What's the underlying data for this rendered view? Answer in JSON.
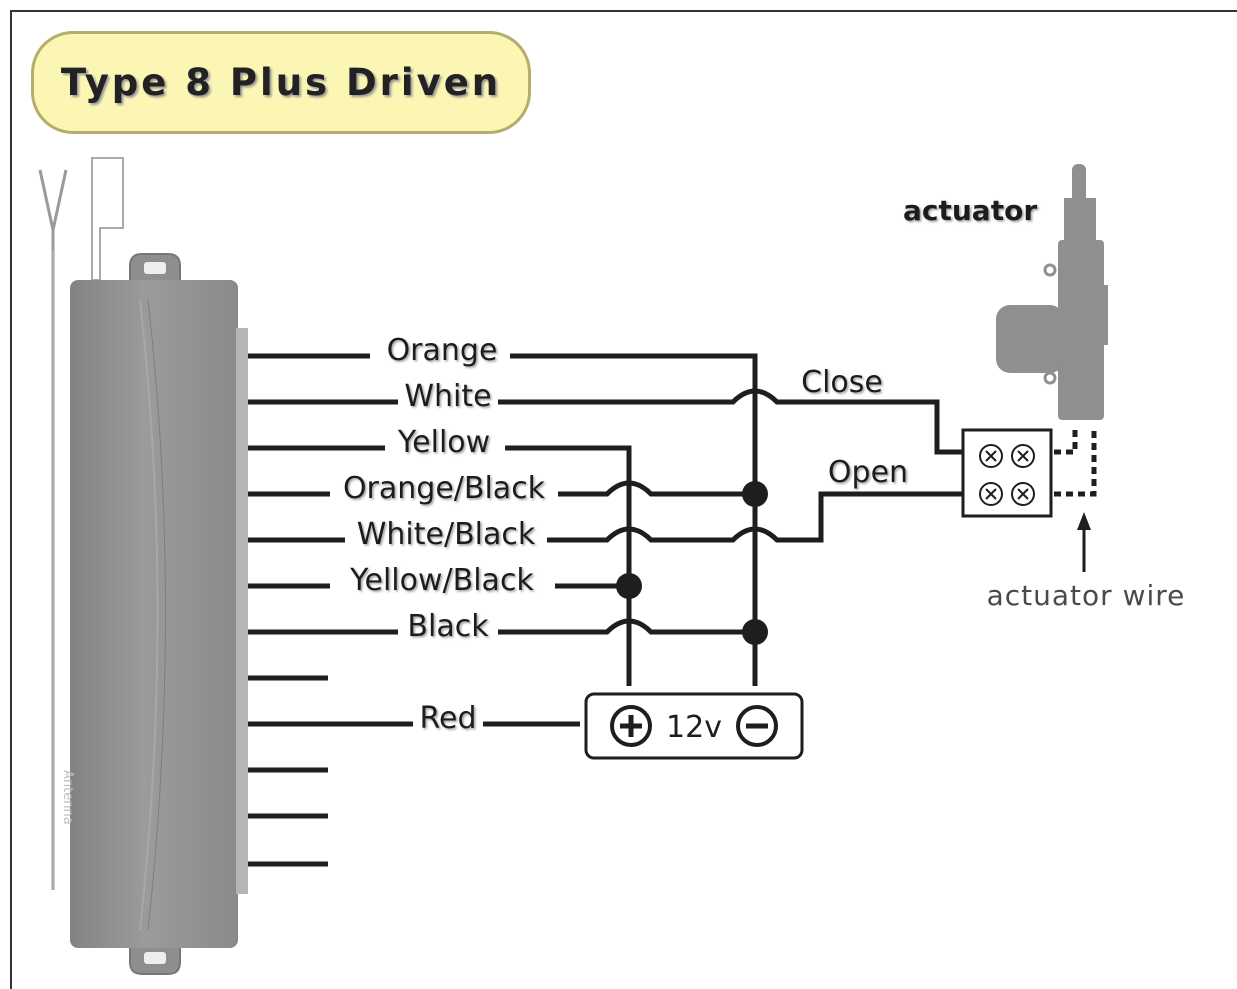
{
  "title": "Type 8 Plus Driven",
  "wires": {
    "orange": "Orange",
    "white": "White",
    "yellow": "Yellow",
    "orange_black": "Orange/Black",
    "white_black": "White/Black",
    "yellow_black": "Yellow/Black",
    "black": "Black",
    "red": "Red"
  },
  "labels": {
    "close": "Close",
    "open": "Open",
    "actuator": "actuator",
    "actuator_wire": "actuator wire",
    "power": "12v",
    "control_unit_side": "Antenna"
  },
  "colors": {
    "badge_fill": "#fbf6b4",
    "unit_gray": "#8e8e8e",
    "wire": "#1e1e1e"
  }
}
